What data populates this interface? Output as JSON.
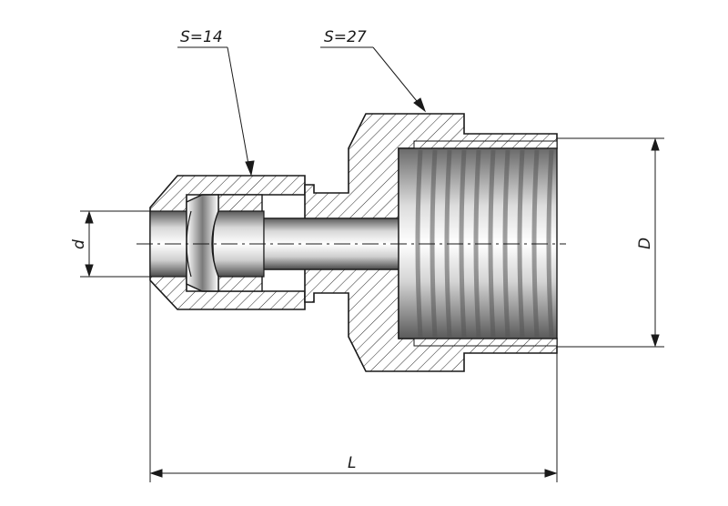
{
  "labels": {
    "hex_small": "S=14",
    "hex_large": "S=27",
    "inner_diameter": "d",
    "thread_diameter": "D",
    "overall_length": "L"
  },
  "colors": {
    "line": "#1a1a1a",
    "hatch": "#2a2a2a",
    "bore_light": "#f2f2f2",
    "bore_dark": "#6a6a6a"
  }
}
